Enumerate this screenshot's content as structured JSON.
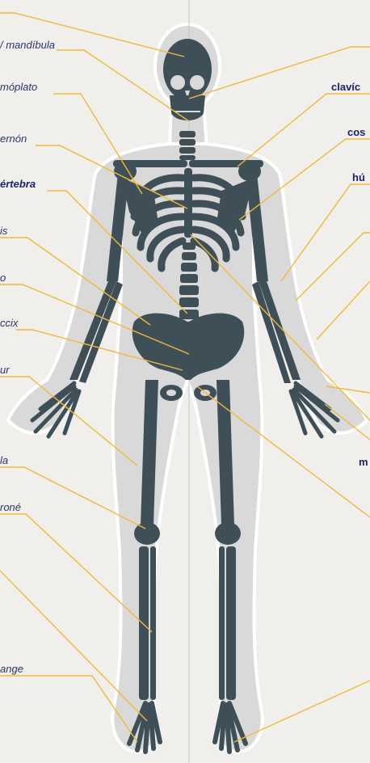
{
  "labels_left": [
    {
      "id": "mandibula",
      "text": "/ mandíbula"
    },
    {
      "id": "omoplato",
      "text": "móplato"
    },
    {
      "id": "esternon",
      "text": "ernón"
    },
    {
      "id": "vertebra",
      "text": "értebra"
    },
    {
      "id": "pelvis",
      "text": "is"
    },
    {
      "id": "sacro",
      "text": "o"
    },
    {
      "id": "coccix",
      "text": "ccix"
    },
    {
      "id": "femur",
      "text": "ur"
    },
    {
      "id": "rotula",
      "text": "la"
    },
    {
      "id": "perone",
      "text": "roné"
    },
    {
      "id": "falange",
      "text": "ange"
    }
  ],
  "labels_right": [
    {
      "id": "clavicula",
      "text": "clavíc"
    },
    {
      "id": "costilla",
      "text": "cos"
    },
    {
      "id": "humero",
      "text": "hú"
    },
    {
      "id": "metacarpo",
      "text": "m"
    }
  ],
  "colors": {
    "bone": "#3f4f57",
    "body": "#d9d9d9",
    "outline": "#ffffff",
    "leader": "#f2b83a",
    "label_left": "#2b3568",
    "label_right": "#1d236e",
    "background": "#f0efec"
  }
}
